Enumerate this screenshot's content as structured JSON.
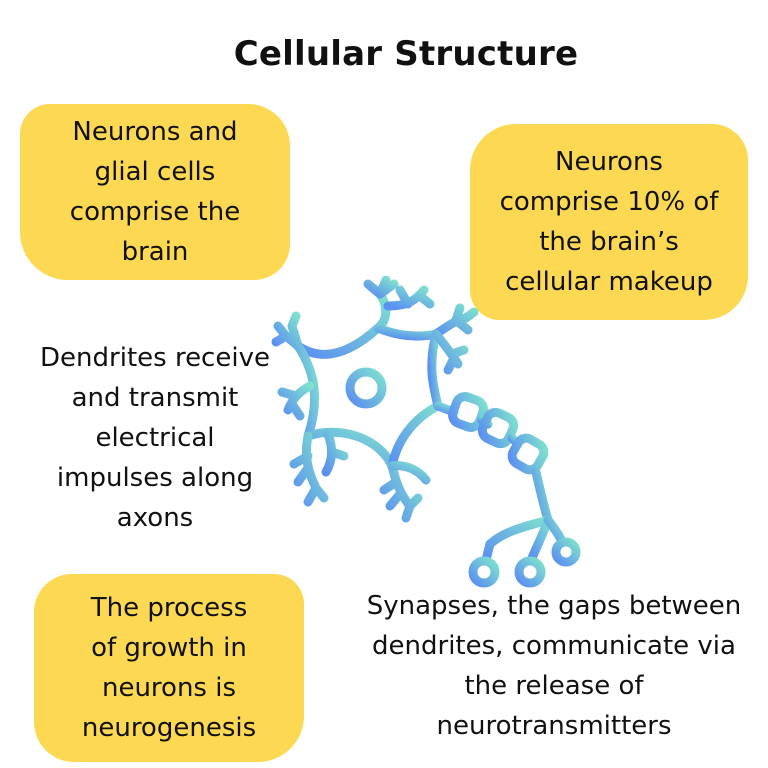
{
  "title": "Cellular Structure",
  "notes": {
    "top_left": [
      "Neurons and",
      "glial cells",
      "comprise the",
      "brain"
    ],
    "top_right": [
      "Neurons",
      "comprise 10% of",
      "the brain’s",
      "cellular makeup"
    ],
    "bottom_left": [
      "The process",
      "of growth in",
      "neurons is",
      "neurogenesis"
    ]
  },
  "captions": {
    "dendrites": [
      "Dendrites receive",
      "and transmit",
      "electrical",
      "impulses along",
      "axons"
    ],
    "synapses": [
      "Synapses, the gaps between",
      "dendrites, communicate via",
      "the release of",
      "neurotransmitters"
    ]
  },
  "colors": {
    "note_fill": "#fdd852",
    "neuron_gradient_start": "#5b8ff0",
    "neuron_gradient_end": "#7ee0cf"
  },
  "icons": {
    "neuron": "neuron-icon"
  }
}
